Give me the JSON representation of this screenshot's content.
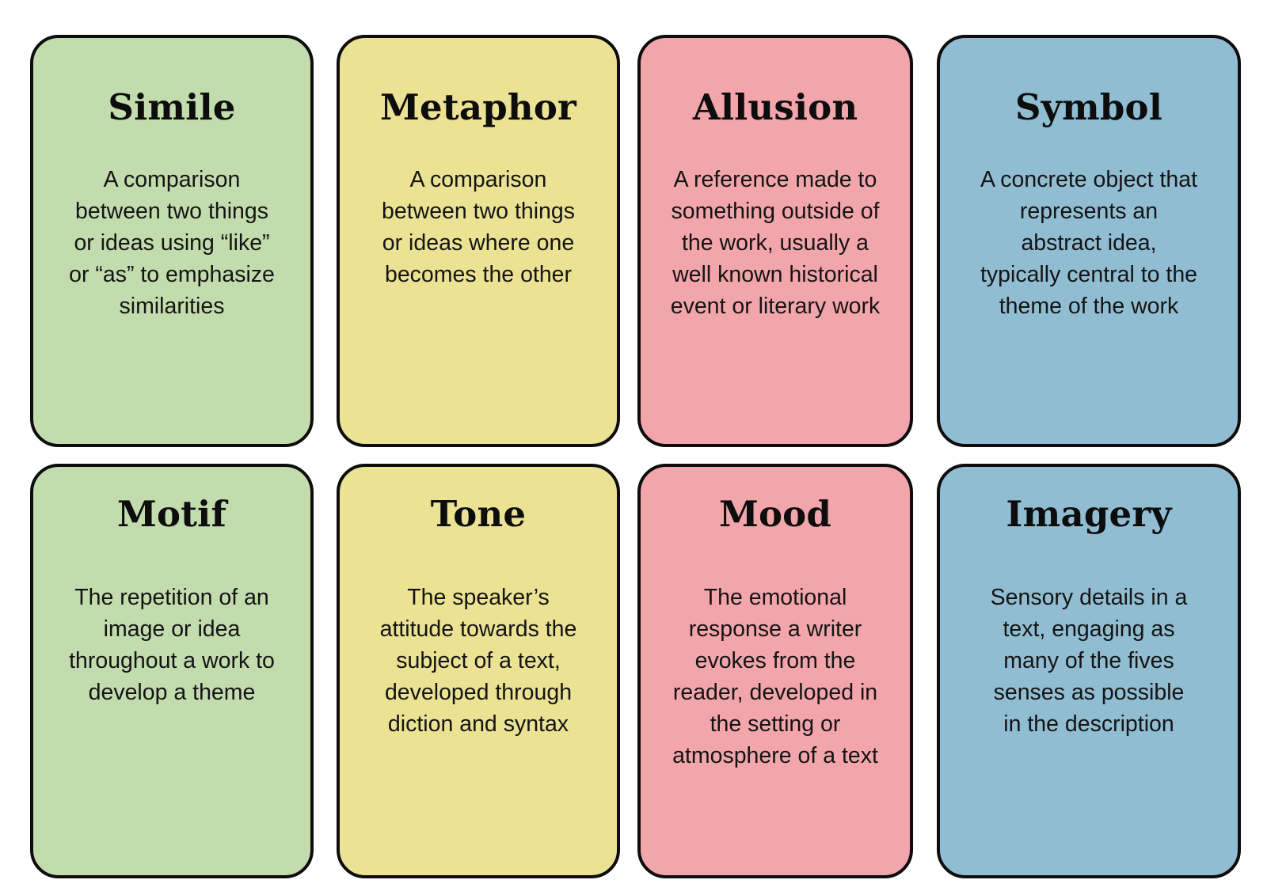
{
  "page": {
    "kind": "literary-terms-flashcard-grid",
    "columns": 4,
    "rows": 2
  },
  "palette": {
    "green": "#c3dcae",
    "yellow": "#ebe294",
    "pink": "#f2a6ab",
    "blue": "#91bdd2",
    "border": "#0d0d0d",
    "text": "#141414",
    "background": "#ffffff"
  },
  "cards": [
    {
      "title": "Simile",
      "definition": "A comparison between two things or ideas using “like” or “as” to emphasize similarities",
      "color": "green"
    },
    {
      "title": "Metaphor",
      "definition": "A comparison between two things or ideas where one becomes the other",
      "color": "yellow"
    },
    {
      "title": "Allusion",
      "definition": "A reference made to something outside of the work, usually a well known historical event or literary work",
      "color": "pink"
    },
    {
      "title": "Symbol",
      "definition": "A concrete object that represents an abstract idea, typically central to the theme of the work",
      "color": "blue"
    },
    {
      "title": "Motif",
      "definition": "The repetition of an image or idea throughout a work to develop a theme",
      "color": "green"
    },
    {
      "title": "Tone",
      "definition": "The speaker’s attitude towards the subject of a text, developed through diction and syntax",
      "color": "yellow"
    },
    {
      "title": "Mood",
      "definition": "The emotional response a writer evokes from the reader, developed in the setting or atmosphere of a text",
      "color": "pink"
    },
    {
      "title": "Imagery",
      "definition": "Sensory details in a text, engaging as many of the fives senses as possible in the description",
      "color": "blue"
    }
  ]
}
